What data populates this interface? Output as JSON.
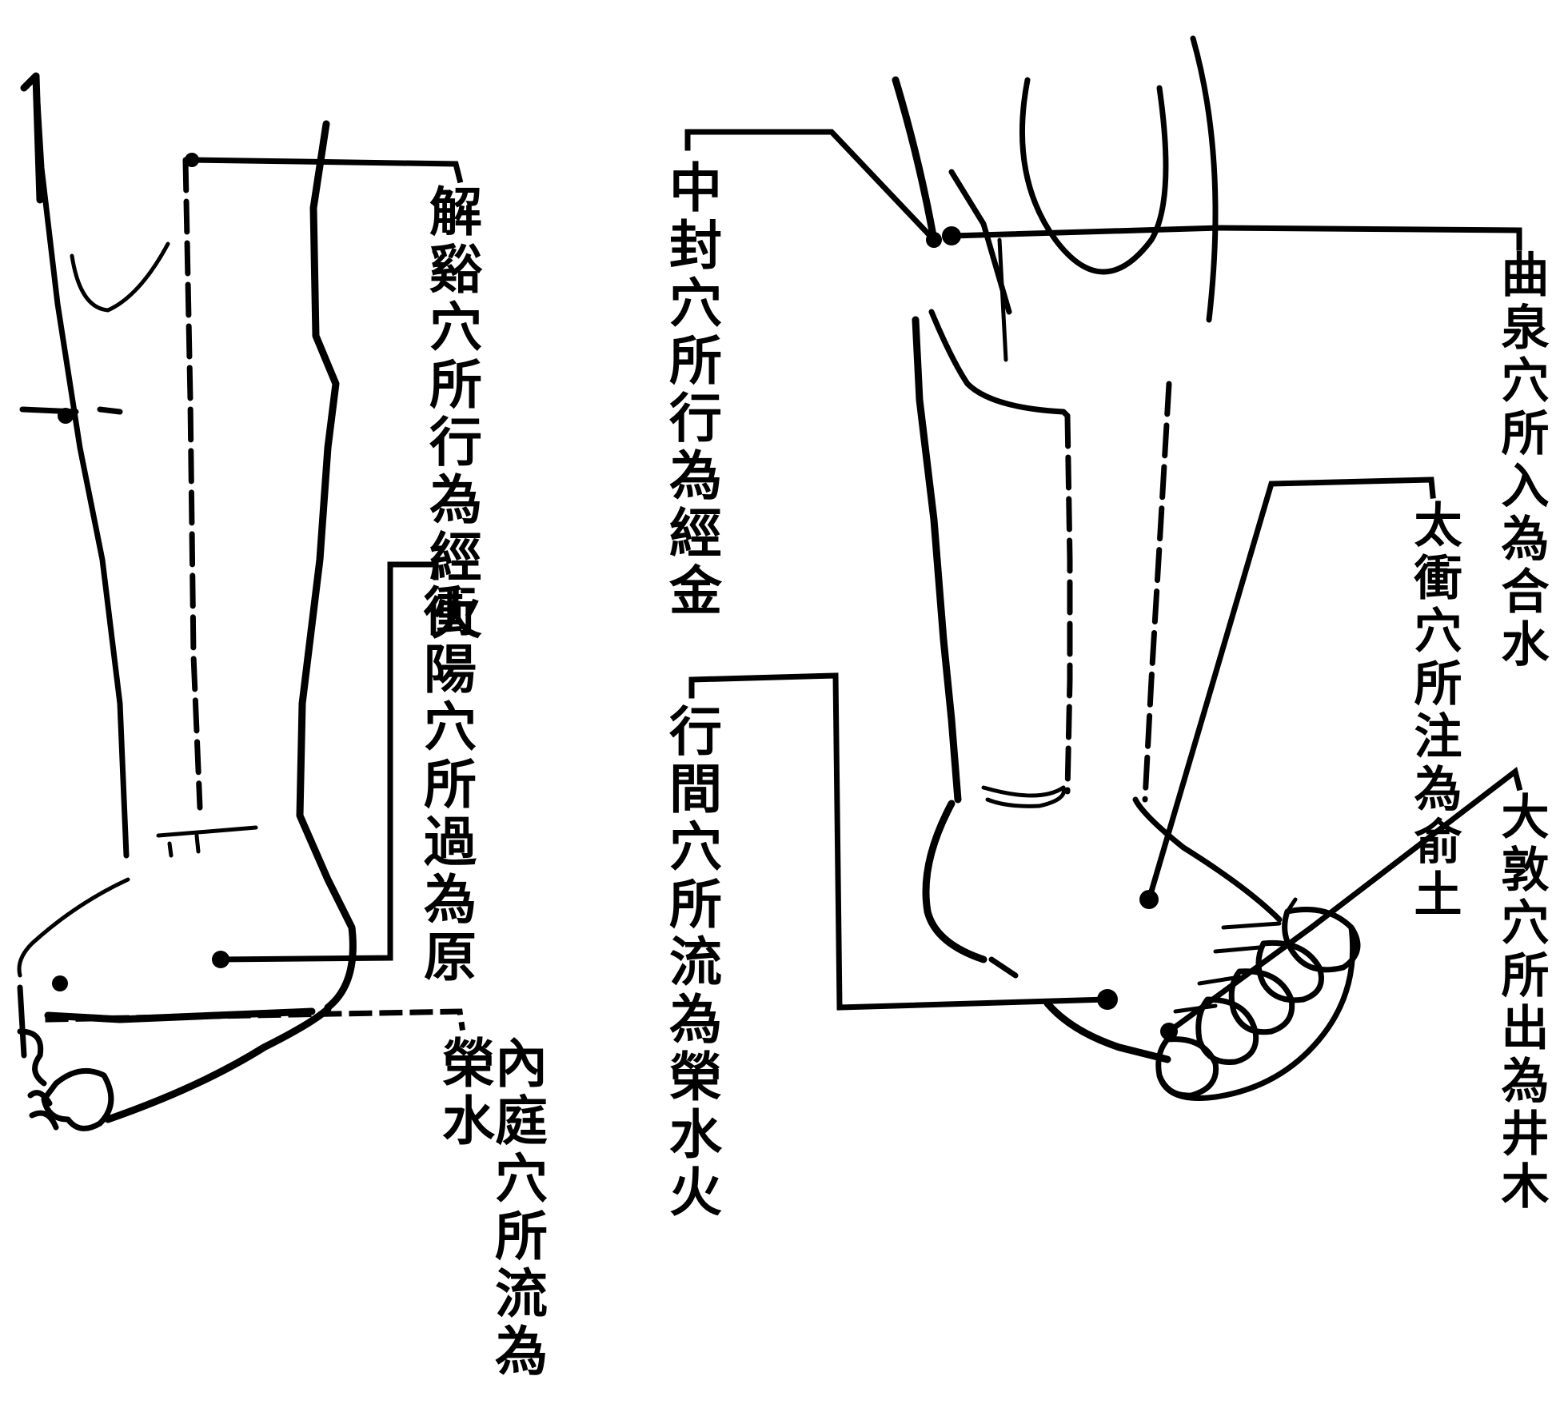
{
  "labels": {
    "jiexi": "解谿穴所行為經火",
    "chongyang": "衝陽穴所過為原",
    "neiting": "內庭穴所流為榮水",
    "zhongfeng": "中封穴所行為經金",
    "xingjian": "行間穴所流為榮水火",
    "ququan": "曲泉穴所入為合水",
    "taichong": "太衝穴所注為俞土",
    "dadun": "大敦穴所出為井木"
  }
}
